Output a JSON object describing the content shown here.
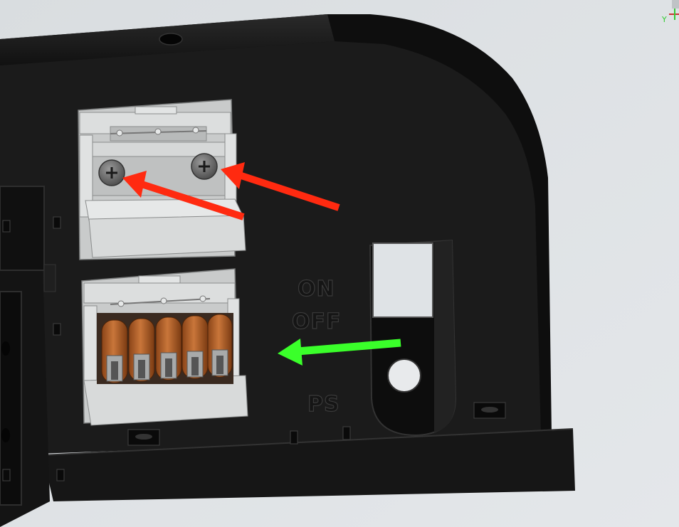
{
  "labels": {
    "on": "ON",
    "off": "OFF",
    "ps": "PS",
    "axis_y": "Y"
  },
  "colors": {
    "background": "#dfe3e6",
    "panel": "#1a1a1a",
    "connector_body": "#d4d6d6",
    "terminal_orange": "#b8622a",
    "arrow_red": "#ff2a10",
    "arrow_green": "#3aff2a"
  },
  "annotations": [
    {
      "name": "arrow-red-left-screw",
      "color": "red"
    },
    {
      "name": "arrow-red-right-screw",
      "color": "red"
    },
    {
      "name": "arrow-green-terminal-block",
      "color": "green"
    }
  ]
}
